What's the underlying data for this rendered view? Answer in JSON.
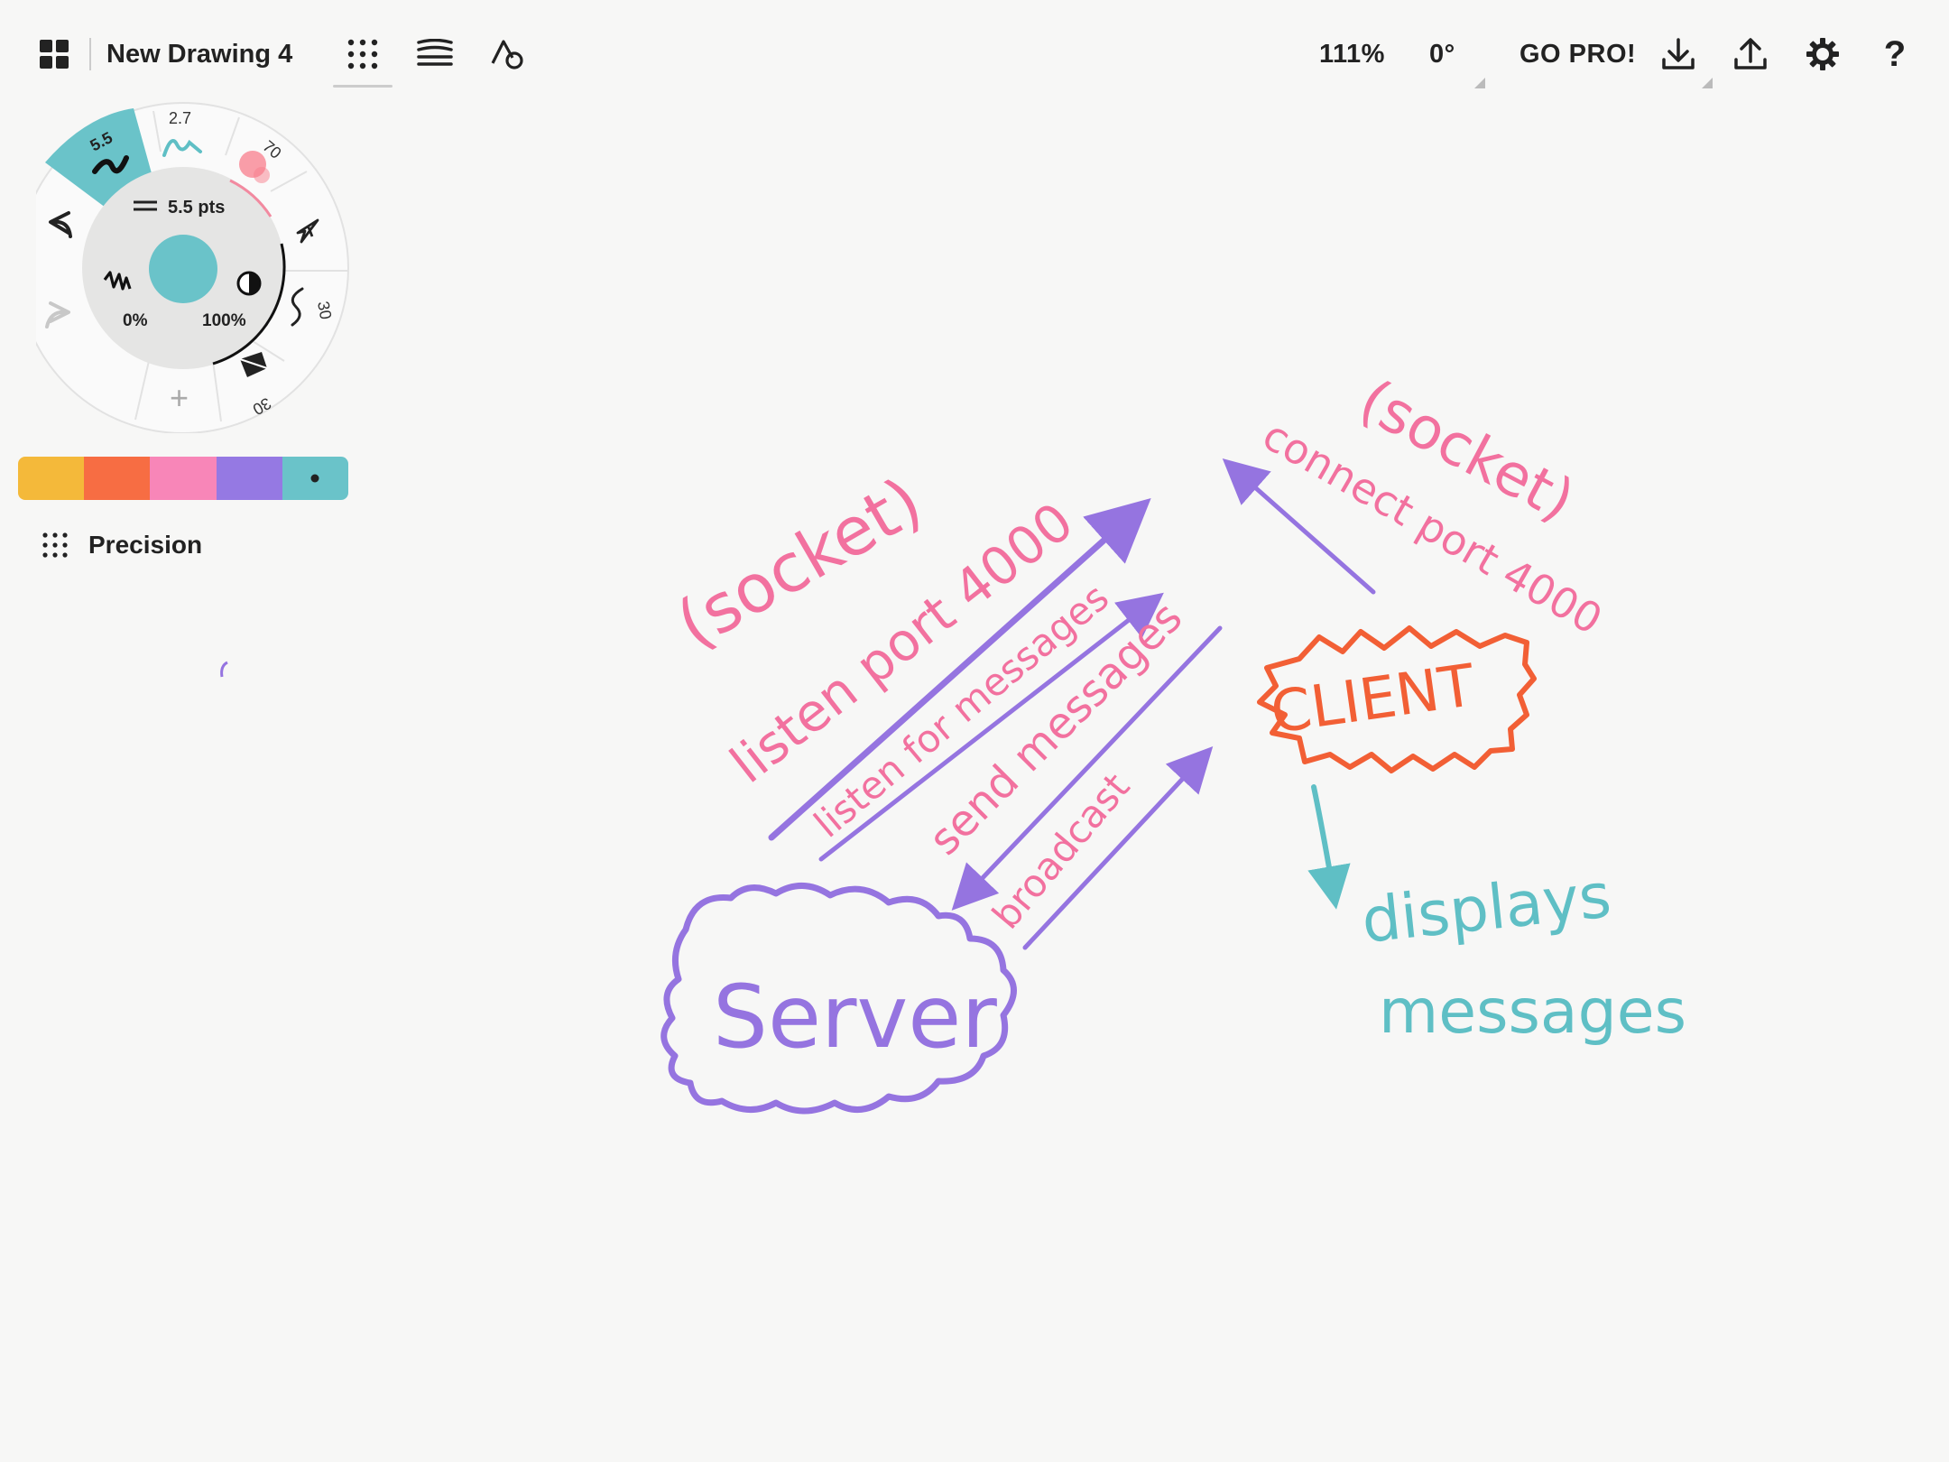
{
  "app": {
    "drawing_title": "New Drawing 4"
  },
  "toolbar": {
    "zoom": "111%",
    "rotation": "0°",
    "go_pro": "GO PRO!",
    "icons": [
      "grid-menu-icon",
      "dots-grid-icon",
      "layers-icon",
      "shapes-icon",
      "download-icon",
      "share-icon",
      "settings-icon",
      "help-icon"
    ]
  },
  "tool_wheel": {
    "active_tool_size": "5.5",
    "pen_size": "2.7",
    "marker_opacity": "70",
    "pencil_size": "30",
    "eraser_size": "30",
    "stroke_width": "5.5 pts",
    "smoothing": "0%",
    "opacity": "100%",
    "current_color": "#6ac3c9",
    "add_tool": "+"
  },
  "palette": {
    "colors": [
      "#f4b93a",
      "#f76d43",
      "#f886b8",
      "#9579e3",
      "#6ac3c9"
    ],
    "selected_index": 4
  },
  "precision_label": "Precision",
  "canvas_text": {
    "socket_left": "(socket)",
    "listen_port": "listen port 4000",
    "listen_messages": "listen for messages",
    "send_messages": "send messages",
    "broadcast": "broadcast",
    "socket_right": "(socket)",
    "connect_port": "connect port 4000",
    "client": "CLIENT",
    "server": "Server",
    "displays": "displays",
    "messages": "messages"
  },
  "ink_colors": {
    "pink": "#f2719f",
    "purple": "#9574e0",
    "orange": "#f25f35",
    "teal": "#5fbfc5"
  }
}
